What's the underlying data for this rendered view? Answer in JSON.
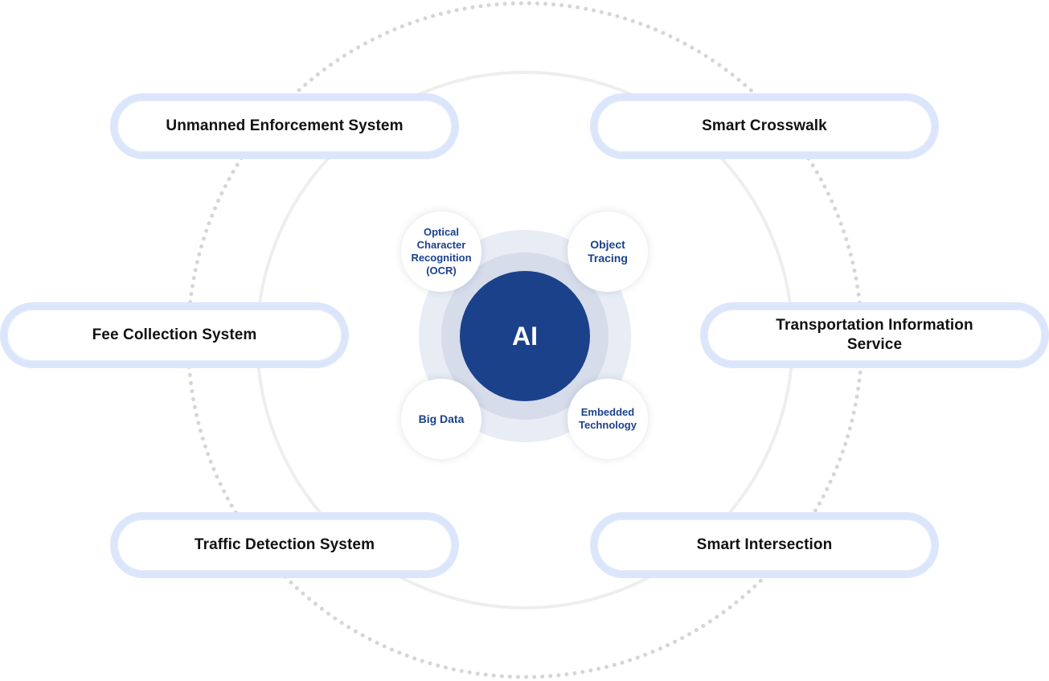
{
  "center": {
    "label": "AI"
  },
  "technologies": [
    {
      "label": "Optical Character Recognition (OCR)"
    },
    {
      "label": "Object Tracing"
    },
    {
      "label": "Big Data"
    },
    {
      "label": "Embedded Technology"
    }
  ],
  "applications": [
    {
      "label": "Unmanned Enforcement System"
    },
    {
      "label": "Smart Crosswalk"
    },
    {
      "label": "Fee Collection System"
    },
    {
      "label": "Transportation Information Service"
    },
    {
      "label": "Traffic Detection System"
    },
    {
      "label": "Smart Intersection"
    }
  ],
  "colors": {
    "core": "#1b418b",
    "core_text": "#ffffff",
    "tech_text": "#1b418b",
    "pill_border": "#dce6fb",
    "ring": "#eeeeee",
    "dotted_ring": "#d6d6d6"
  }
}
